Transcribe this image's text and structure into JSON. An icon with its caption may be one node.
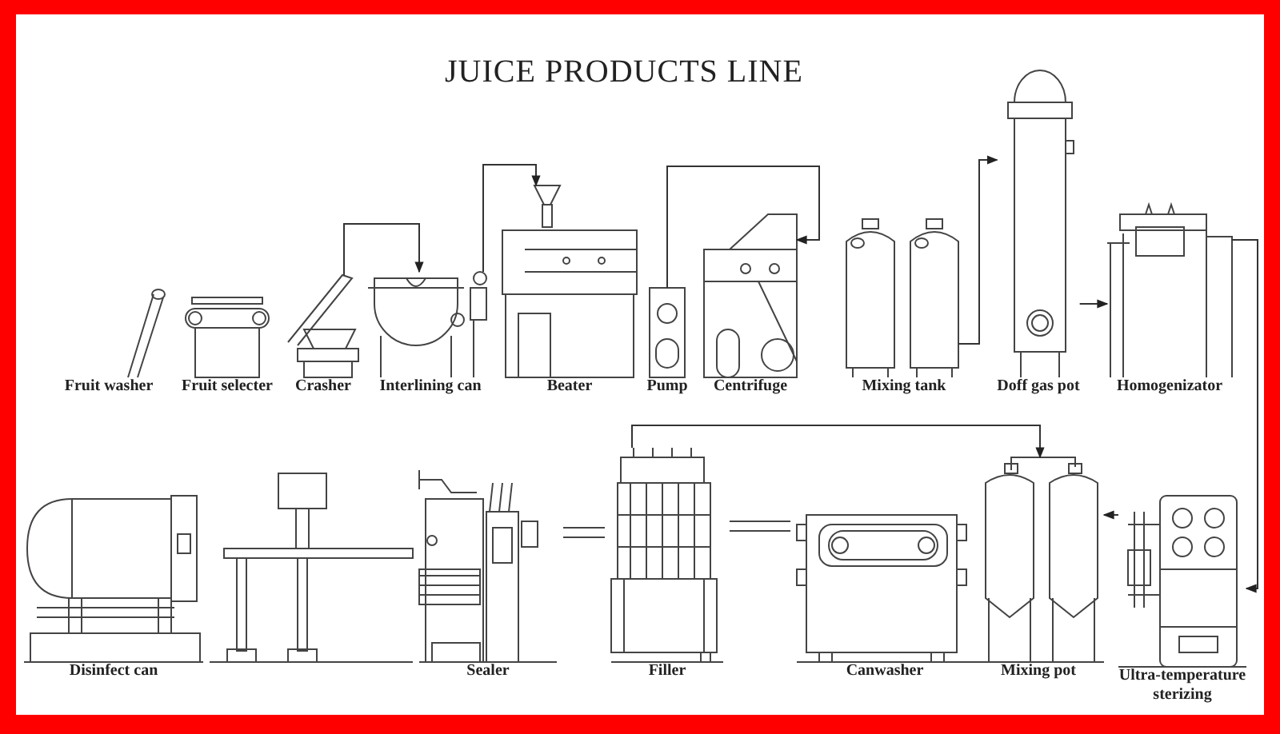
{
  "diagram": {
    "title": "JUICE PRODUCTS LINE",
    "nodes": [
      {
        "text": [
          "Fruit washer"
        ]
      },
      {
        "text": [
          "Fruit selecter"
        ]
      },
      {
        "text": [
          "Crasher"
        ]
      },
      {
        "text": [
          "Interlining can"
        ]
      },
      {
        "text": [
          "Beater"
        ]
      },
      {
        "text": [
          "Pump"
        ]
      },
      {
        "text": [
          "Centrifuge"
        ]
      },
      {
        "text": [
          "Mixing tank"
        ]
      },
      {
        "text": [
          "Doff gas pot"
        ]
      },
      {
        "text": [
          "Homogenizator"
        ]
      },
      {
        "text": [
          "Disinfect can"
        ]
      },
      {
        "text": [
          "Sealer"
        ]
      },
      {
        "text": [
          "Filler"
        ]
      },
      {
        "text": [
          "Canwasher"
        ]
      },
      {
        "text": [
          "Mixing pot"
        ]
      },
      {
        "text": [
          "Ultra-temperature sterizing"
        ]
      }
    ],
    "edges": [
      {
        "from": 2,
        "to": 3,
        "arrow": "to"
      },
      {
        "from": 3,
        "to": 4,
        "arrow": "to"
      },
      {
        "from": 5,
        "to": 6,
        "arrow": "to"
      },
      {
        "from": 7,
        "to": 8,
        "arrow": "to"
      },
      {
        "from": 8,
        "to": 9,
        "arrow": "to"
      },
      {
        "from": 9,
        "to": 15,
        "arrow": "to"
      },
      {
        "from": 15,
        "to": 14,
        "arrow": "to"
      },
      {
        "from": 12,
        "to": 14,
        "arrow": "to"
      }
    ]
  }
}
